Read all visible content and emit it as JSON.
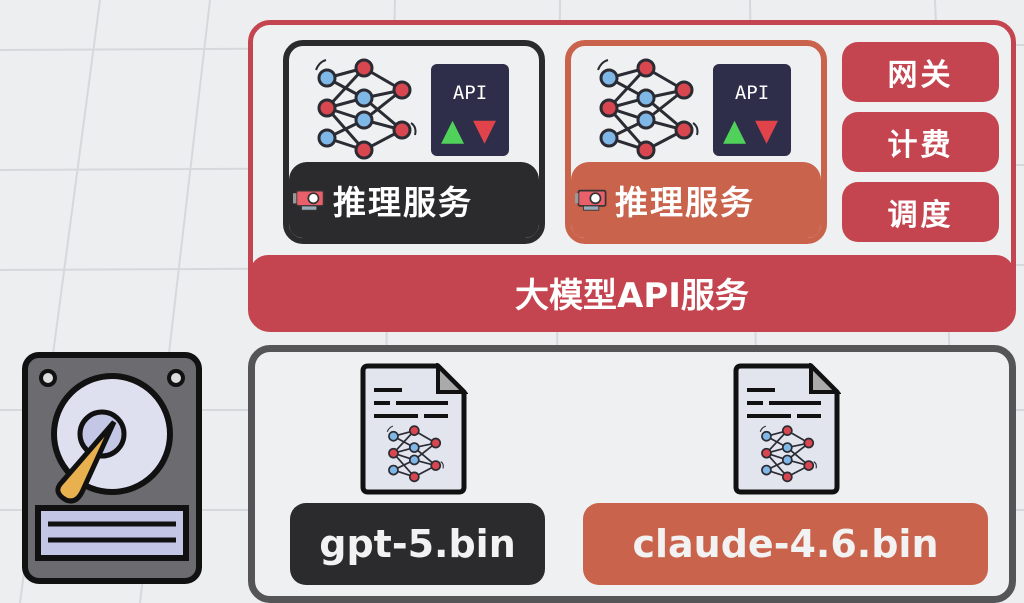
{
  "top_section": {
    "title": "大模型API服务",
    "inference_cards": [
      {
        "label": "推理服务",
        "api_label": "API",
        "theme": "dark"
      },
      {
        "label": "推理服务",
        "api_label": "API",
        "theme": "orange"
      }
    ],
    "side_buttons": [
      "网关",
      "计费",
      "调度"
    ]
  },
  "bottom_section": {
    "files": [
      {
        "label": "gpt-5.bin",
        "theme": "dark"
      },
      {
        "label": "claude-4.6.bin",
        "theme": "orange"
      }
    ]
  },
  "colors": {
    "red": "#c4454f",
    "dark": "#2b2b2e",
    "orange": "#c9634b",
    "background": "#eceef0"
  }
}
